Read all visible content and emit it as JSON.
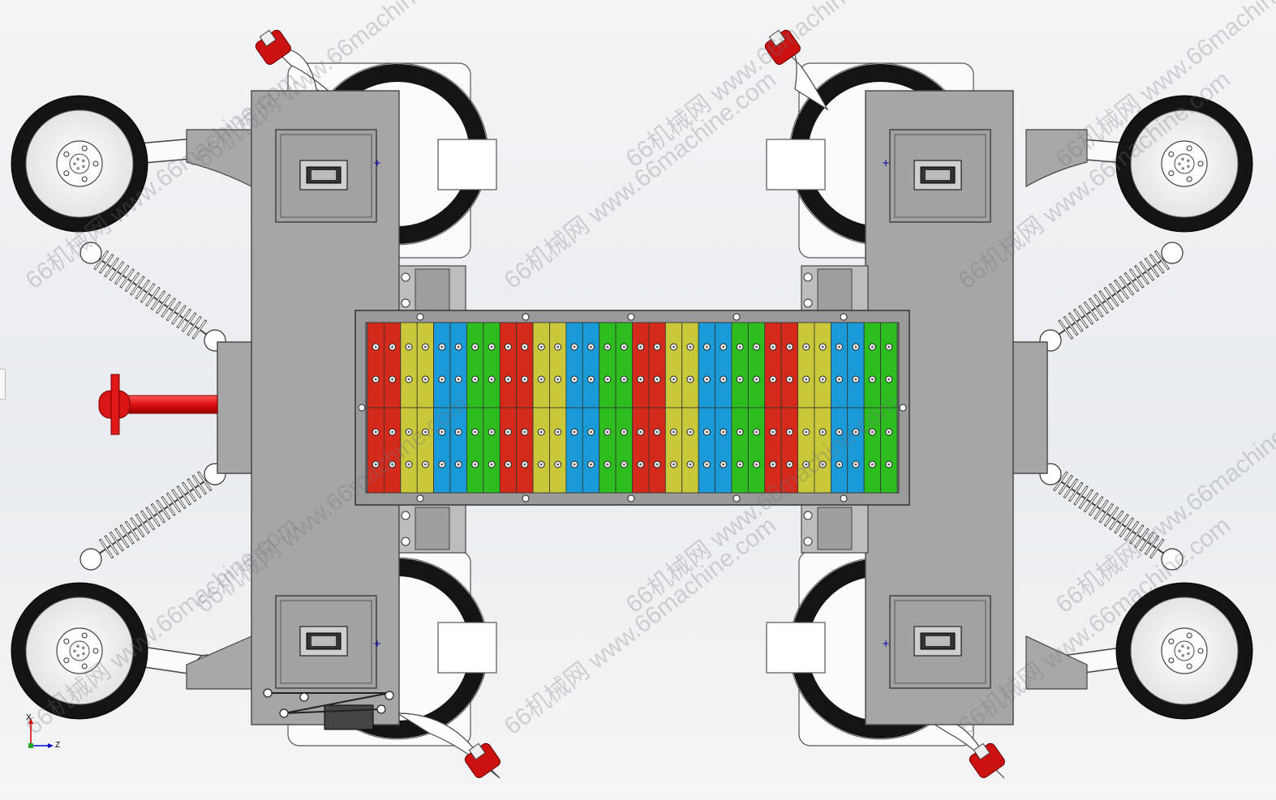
{
  "window": {
    "view": "top view of robotic chassis CAD assembly",
    "background": "#eef0f2"
  },
  "watermark": {
    "site": "www.66machine.com",
    "brand": "66机械网"
  },
  "axis_triad": {
    "vertical_label": "X",
    "horizontal_label": "Z",
    "vertical_color": "#cc0000",
    "horizontal_color": "#0000cc"
  },
  "colors": {
    "frame": "#a6a6a6",
    "frame_edge": "#4d4d4d",
    "wheel_tire": "#141414",
    "wheel_hub": "#ffffff",
    "spring": "#e6e6e6",
    "actuator": "#cc1a1a",
    "battery_red": "#d42a1c",
    "battery_yellow": "#c8c83a",
    "battery_blue": "#1a9ad6",
    "battery_green": "#2dbd1e",
    "tray": "#9a9a9a"
  },
  "battery_pack": {
    "cell_colors": [
      "red",
      "red",
      "yellow",
      "yellow",
      "blue",
      "blue",
      "green",
      "green",
      "red",
      "red",
      "yellow",
      "yellow",
      "blue",
      "blue",
      "green",
      "green",
      "red",
      "red",
      "yellow",
      "yellow",
      "blue",
      "blue",
      "green",
      "green",
      "red",
      "red",
      "yellow",
      "yellow",
      "blue",
      "blue",
      "green",
      "green"
    ],
    "rows": 2,
    "terminal_rows_per_module": 2
  },
  "parts": {
    "wheels": [
      "front-left",
      "rear-left",
      "front-right",
      "rear-right"
    ],
    "drive_wheels": [
      "left-top",
      "left-bottom",
      "right-top",
      "right-bottom"
    ],
    "suspension_springs": 4,
    "bearing_blocks": 4,
    "origin_markers": [
      "+",
      "+",
      "+",
      "+"
    ]
  }
}
